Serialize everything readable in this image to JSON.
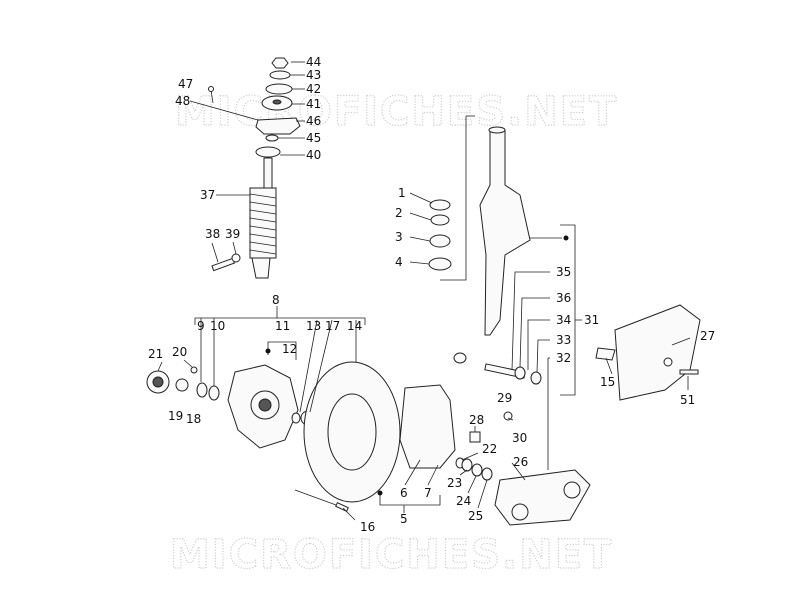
{
  "watermark": "MICROFICHES.NET",
  "callouts": {
    "n1": "1",
    "n2": "2",
    "n3": "3",
    "n4": "4",
    "n5": "5",
    "n6": "6",
    "n7": "7",
    "n8": "8",
    "n9": "9",
    "n10": "10",
    "n11": "11",
    "n12": "12",
    "n13": "13",
    "n14": "14",
    "n15": "15",
    "n16": "16",
    "n17": "17",
    "n18": "18",
    "n19": "19",
    "n20": "20",
    "n21": "21",
    "n22": "22",
    "n23": "23",
    "n24": "24",
    "n25": "25",
    "n26": "26",
    "n27": "27",
    "n28": "28",
    "n29": "29",
    "n30": "30",
    "n31": "31",
    "n32": "32",
    "n33": "33",
    "n34": "34",
    "n35": "35",
    "n36": "36",
    "n37": "37",
    "n38": "38",
    "n39": "39",
    "n40": "40",
    "n41": "41",
    "n42": "42",
    "n43": "43",
    "n44": "44",
    "n45": "45",
    "n46": "46",
    "n47": "47",
    "n48": "48",
    "n51": "51"
  },
  "colors": {
    "line": "#222222",
    "watermark": "#cfcfcf",
    "background": "#ffffff"
  }
}
